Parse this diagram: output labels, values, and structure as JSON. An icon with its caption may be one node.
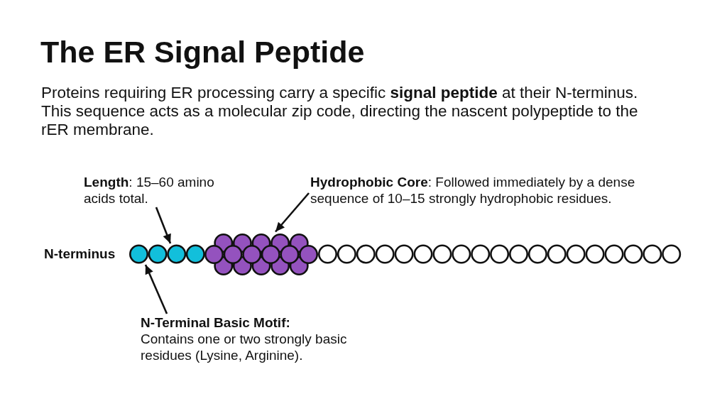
{
  "diagram": {
    "title": "The ER Signal Peptide",
    "nodes": [
      {
        "text": [
          "**Length**: 15–60 amino acids total."
        ]
      },
      {
        "text": [
          "**Hydrophobic Core**: Followed immediately by a dense sequence of 10–15 strongly hydrophobic residues."
        ]
      },
      {
        "text": [],
        "shape": "circle"
      },
      {
        "text": [],
        "shape": "circle"
      },
      {
        "text": [
          "N-Terminal Basic Motif:",
          "Contains one or two strongly basic residues (Lysine, Arginine)."
        ]
      }
    ],
    "edges": [
      {
        "from": 0,
        "to": 2,
        "arrow": "to"
      },
      {
        "from": 1,
        "to": 3,
        "arrow": "to"
      },
      {
        "from": 4,
        "to": 2,
        "arrow": "to"
      }
    ],
    "labels": [
      "Proteins requiring ER processing carry a specific **signal peptide** at their N-terminus. This sequence acts as a molecular zip code, directing the nascent polypeptide to the rER membrane.",
      "N-terminus"
    ]
  }
}
